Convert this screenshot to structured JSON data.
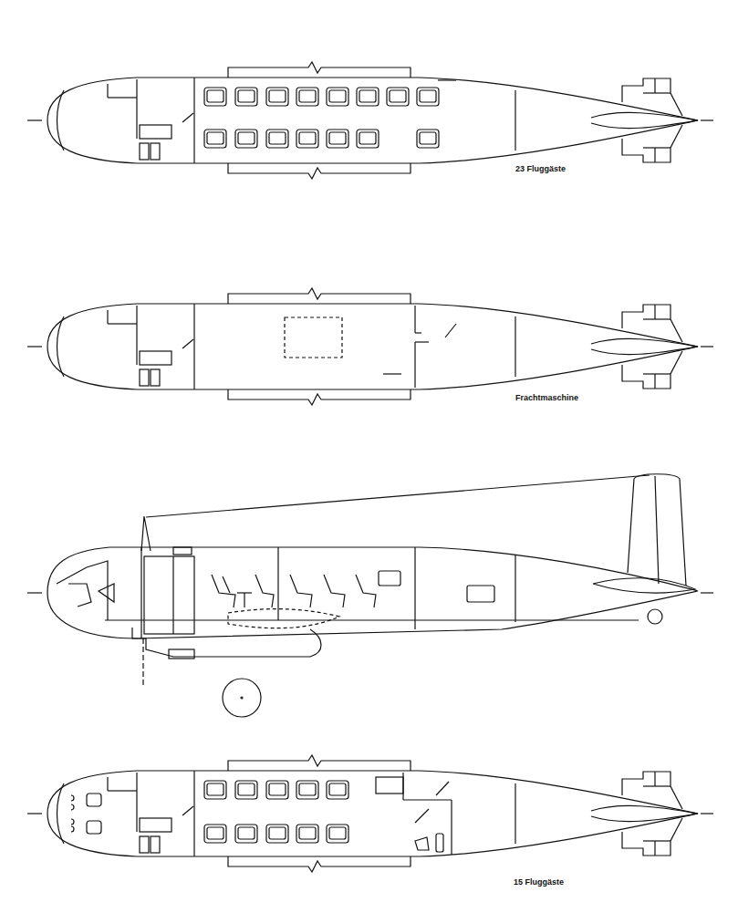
{
  "diagram": {
    "labels": [
      "23 Fluggäste",
      "Frachtmaschine",
      "15 Fluggäste"
    ]
  }
}
